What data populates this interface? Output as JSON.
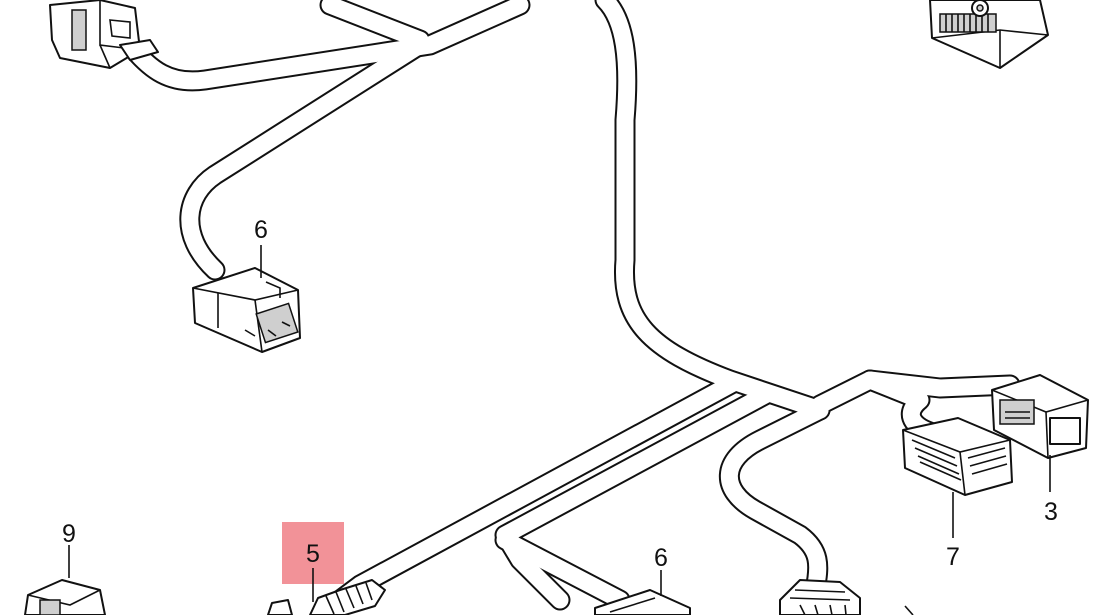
{
  "callouts": {
    "c6_upper": "6",
    "c6_lower": "6",
    "c9": "9",
    "c5": "5",
    "c7": "7",
    "c3": "3"
  },
  "highlight_color": "#f07f86"
}
